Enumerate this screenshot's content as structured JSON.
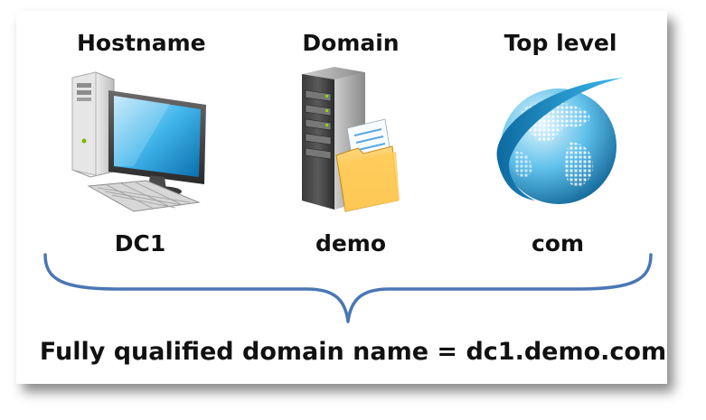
{
  "columns": [
    {
      "title": "Hostname",
      "value": "DC1",
      "icon": "desktop-computer-icon"
    },
    {
      "title": "Domain",
      "value": "demo",
      "icon": "server-with-folder-icon"
    },
    {
      "title": "Top level",
      "value": "com",
      "icon": "globe-icon"
    }
  ],
  "fqdn": "Fully qualified domain name = dc1.demo.com",
  "colors": {
    "brace": "#4a77b4",
    "text": "#111111",
    "globe": "#1a8fc7"
  }
}
